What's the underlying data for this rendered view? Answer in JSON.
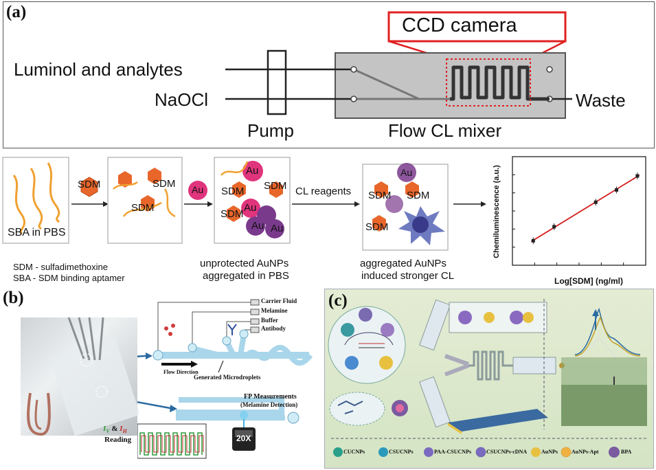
{
  "panel_a": {
    "label": "(a)",
    "camera_label": "CCD camera",
    "inlet_top": "Luminol and analytes",
    "inlet_bottom": "NaOCl",
    "outlet": "Waste",
    "pump_label": "Pump",
    "mixer_label": "Flow CL mixer"
  },
  "panel_a2": {
    "sba_label": "SBA in PBS",
    "sdm_tag": "SDM",
    "au_tag": "Au",
    "cl_reagents": "CL reagents",
    "legend_sdm": "SDM - sulfadimethoxine",
    "legend_sba": "SBA - SDM binding aptamer",
    "caption_mid_1": "unprotected AuNPs",
    "caption_mid_2": "aggregated in PBS",
    "caption_right_1": "aggregated AuNPs",
    "caption_right_2": "induced stronger CL"
  },
  "chart_data": {
    "type": "scatter",
    "title": "",
    "xlabel": "Log[SDM] (ng/ml)",
    "ylabel": "Chemiluminescence (a.u.)",
    "x": [
      0.5,
      1.0,
      2.0,
      2.5,
      3.0
    ],
    "y": [
      1.2,
      1.6,
      2.3,
      2.65,
      3.05
    ],
    "xlim": [
      0,
      3.2
    ],
    "ylim": [
      0.5,
      3.6
    ],
    "fit_line": true,
    "fit_color": "#d42020",
    "grid": false
  },
  "panel_b": {
    "label": "(b)",
    "inlets": [
      "Carrier Fluid",
      "Melamine",
      "Buffer",
      "Antibody"
    ],
    "flow_direction": "Flow Direction",
    "microdroplets": "Generated Microdroplets",
    "fp_title": "FP Measurements",
    "fp_subtitle": "(Melamine Detection)",
    "objective": "20X",
    "reading_iv": "I",
    "reading_iv_sub": "V",
    "reading_amp": " & ",
    "reading_ih": "I",
    "reading_ih_sub": "H",
    "reading_word": "Reading"
  },
  "panel_c": {
    "label": "(c)",
    "legend": [
      "CUCNPs",
      "CSUCNPs",
      "PAA-CSUCNPs",
      "CSUCNPs-cDNA",
      "AuNPs",
      "AuNPs-Apt",
      "BPA"
    ]
  },
  "colors": {
    "pink_au": "#e0347c",
    "purple_au": "#7a3a8c",
    "orange_sdm": "#e8662a",
    "aptamer": "#f0a030",
    "red_box": "#e02020",
    "chip_gray": "#bdbdbd",
    "channel_blue": "#a9d6ea",
    "panel_c_bg": "#d8e7c8"
  }
}
